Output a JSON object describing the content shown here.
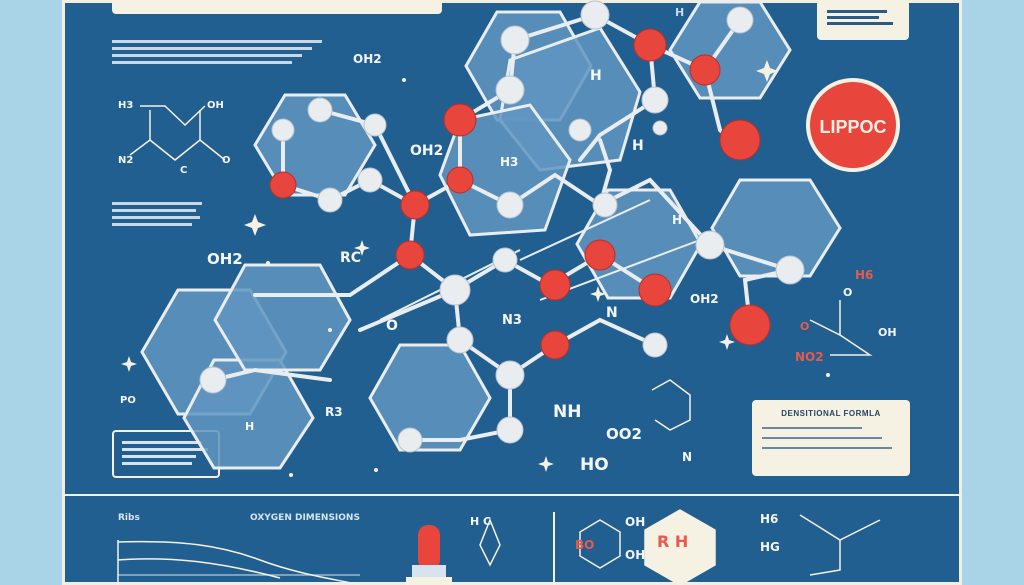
{
  "header": {
    "badge_text": "LIPPOC",
    "top_right_note": "H"
  },
  "labels": {
    "oh2_top": "OH2",
    "h_top": "H",
    "nh_center": "NH",
    "ho_center": "HO",
    "oo2_center": "OO2",
    "n_center": "N",
    "h_hex": "H",
    "hb_hex": "H3",
    "oh2_mid": "OH2",
    "oh2_left": "OH2",
    "rc_left": "RC",
    "o_center": "O",
    "n3_center": "N3",
    "n_right": "N",
    "oh2_right": "OH2",
    "h4_bottom": "H",
    "h3_bottom": "R3",
    "h6_right": "H6",
    "o_right": "O",
    "oh_right": "OH",
    "o2_right": "O",
    "no2_right": "NO2",
    "pg_left": "PO",
    "hg_bottom": "HG",
    "h6_bottom": "H6",
    "oh_bottom": "OH",
    "oh2_bottom": "OH",
    "rh_bottom": "R H",
    "hc_bottom": "H C",
    "bo_bottom": "BO"
  },
  "left_molecule": {
    "h3": "H3",
    "oh": "OH",
    "n2": "N2",
    "c": "C",
    "o": "O"
  },
  "panels": {
    "right_box_title": "DENSITIONAL FORMLA",
    "bottom_left_heading_a": "Ribs",
    "bottom_left_heading_b": "OXYGEN DIMENSIONS"
  },
  "colors": {
    "poster_bg": "#225f91",
    "atom_red": "#e8453c",
    "atom_white": "#e9edf0",
    "ring_fill": "#5f95bf",
    "badge": "#e8453c",
    "panel": "#f5f1e3"
  }
}
